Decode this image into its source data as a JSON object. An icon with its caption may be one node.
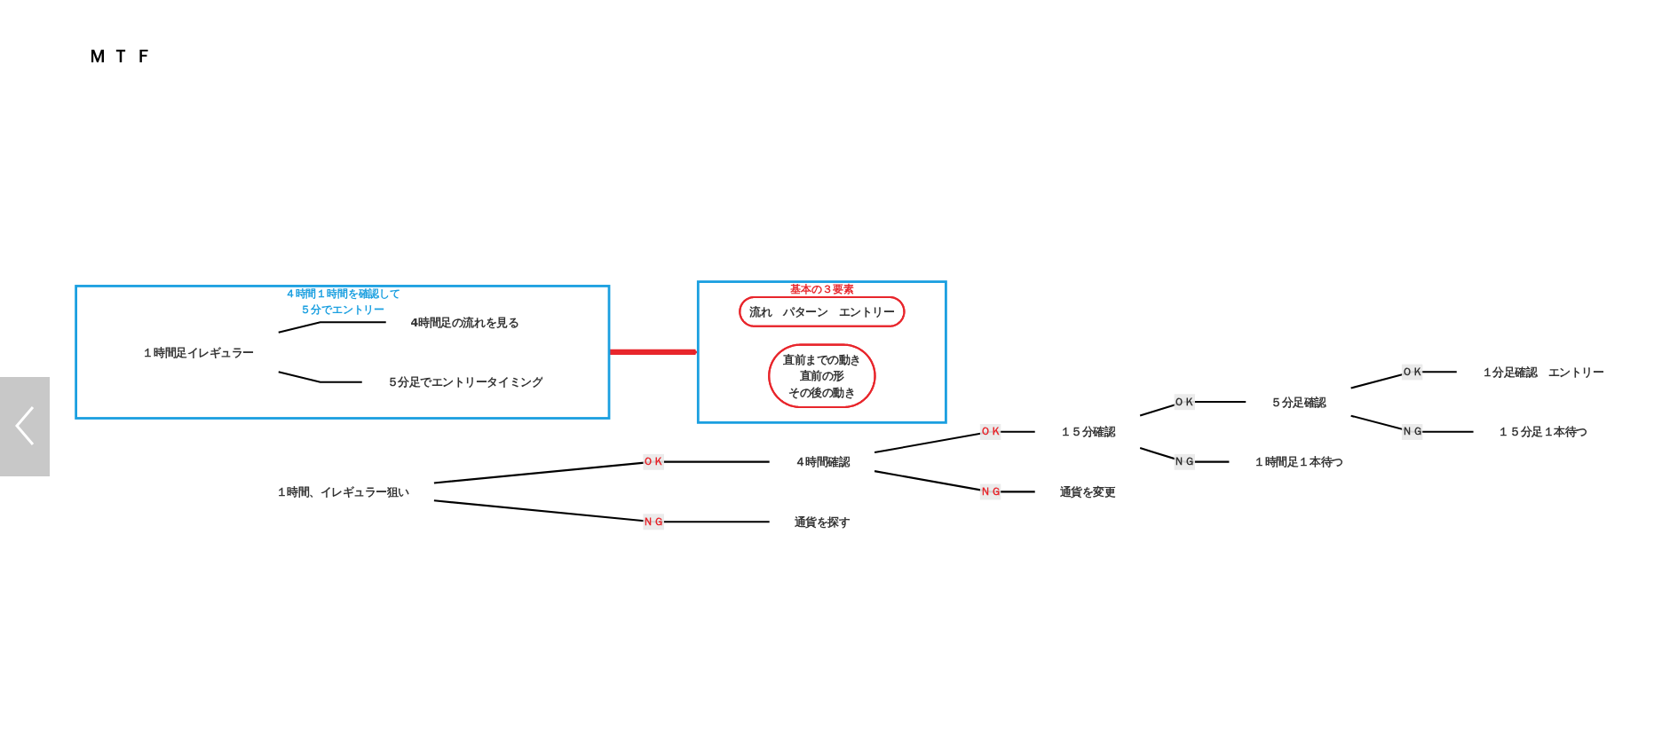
{
  "diagram": {
    "title": "ＭＴＦ",
    "nodes": [
      {
        "text": [
          "１時間、イレギュラー狙い"
        ]
      },
      {
        "text": [
          "４時間確認"
        ]
      },
      {
        "text": [
          "通貨を探す"
        ]
      },
      {
        "text": [
          "１５分確認"
        ]
      },
      {
        "text": [
          "通貨を変更"
        ]
      },
      {
        "text": [
          "５分足確認"
        ]
      },
      {
        "text": [
          "１時間足１本待つ"
        ]
      },
      {
        "text": [
          "１分足確認　エントリー"
        ]
      },
      {
        "text": [
          "１５分足１本待つ"
        ]
      },
      {
        "text": [
          "４時間１時間を確認して５分でエントリー"
        ]
      },
      {
        "text": [
          "１時間足イレギュラー"
        ],
        "in": 9
      },
      {
        "text": [
          "4時間足の流れを見る"
        ],
        "in": 9
      },
      {
        "text": [
          "５分足でエントリータイミング"
        ],
        "in": 9
      },
      {
        "text": [
          "基本の３要素"
        ]
      },
      {
        "text": [
          "流れ　パターン　エントリー"
        ],
        "in": 13
      },
      {
        "text": [
          "直前までの動き",
          "直前の形",
          "その後の動き"
        ],
        "in": 13
      }
    ],
    "edges": [
      {
        "from": 0,
        "to": 1,
        "arrow": "none",
        "label": "ＯＫ"
      },
      {
        "from": 0,
        "to": 2,
        "arrow": "none",
        "label": "ＮＧ"
      },
      {
        "from": 1,
        "to": 3,
        "arrow": "none",
        "label": "ＯＫ"
      },
      {
        "from": 1,
        "to": 4,
        "arrow": "none",
        "label": "ＮＧ"
      },
      {
        "from": 3,
        "to": 5,
        "arrow": "none",
        "label": "ＯＫ"
      },
      {
        "from": 3,
        "to": 6,
        "arrow": "none",
        "label": "ＮＧ"
      },
      {
        "from": 5,
        "to": 7,
        "arrow": "none",
        "label": "ＯＫ"
      },
      {
        "from": 5,
        "to": 8,
        "arrow": "none",
        "label": "ＮＧ"
      },
      {
        "from": 10,
        "to": 11,
        "arrow": "none"
      },
      {
        "from": 10,
        "to": 12,
        "arrow": "none"
      },
      {
        "from": 9,
        "to": 13,
        "arrow": "to",
        "style": "thick",
        "color": "#e8262c"
      }
    ]
  }
}
